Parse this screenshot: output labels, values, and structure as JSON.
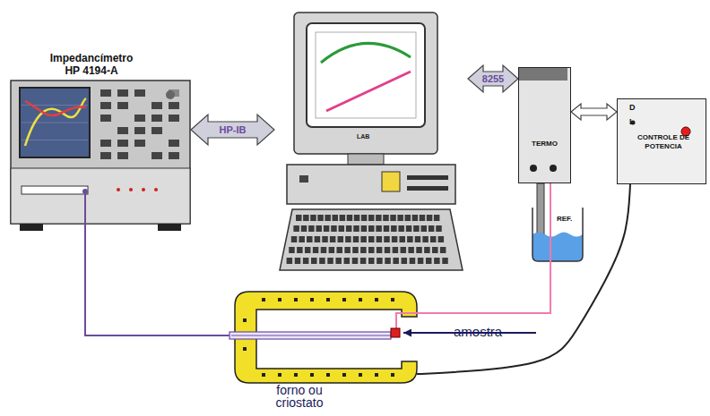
{
  "diagram": {
    "nodes": [
      {
        "text": [
          "Impedancímetro HP 4194-A"
        ]
      },
      {
        "text": [
          "LAB"
        ]
      },
      {
        "text": [
          "TERMO"
        ]
      },
      {
        "text": [
          "D",
          "L",
          "CONTROLE DE POTENCIA"
        ]
      },
      {
        "text": [
          "forno ou criostato"
        ]
      }
    ],
    "edges": [
      {
        "from": 0,
        "to": 1,
        "arrow": "both",
        "label": "HP-IB"
      },
      {
        "from": 1,
        "to": 2,
        "arrow": "both",
        "label": "8255"
      },
      {
        "from": 2,
        "to": 3,
        "arrow": "both"
      },
      {
        "from": 0,
        "to": 4,
        "arrow": "none"
      },
      {
        "from": 2,
        "to": 4,
        "arrow": "none"
      },
      {
        "from": 3,
        "to": 4,
        "arrow": "none"
      }
    ],
    "labels": [
      "REF.",
      "amostra"
    ]
  }
}
